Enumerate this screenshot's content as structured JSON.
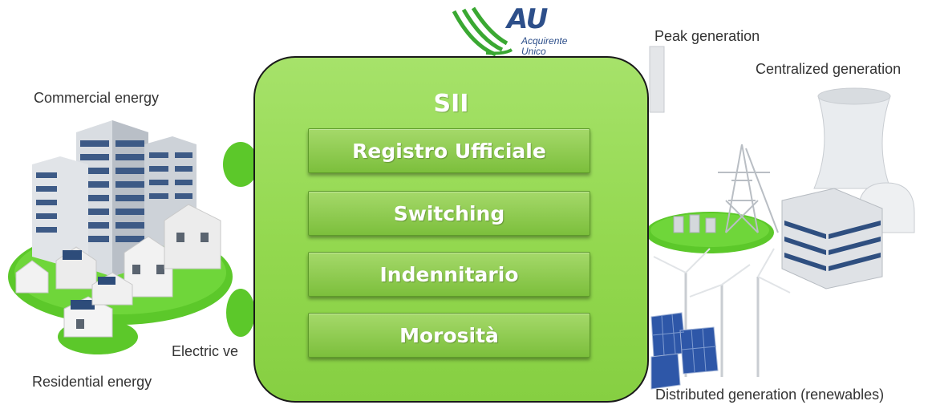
{
  "colors": {
    "sii_green": "#93d84f",
    "module_green": "#7cbf3c",
    "grass_green": "#5cc82a",
    "logo_blue": "#2d4f8a",
    "logo_green": "#3aa832"
  },
  "logo": {
    "letters": "AU",
    "line1": "Acquirente",
    "line2": "Unico"
  },
  "sii": {
    "title": "SII",
    "modules": [
      "Registro Ufficiale",
      "Switching",
      "Indennitario",
      "Morosità"
    ]
  },
  "left_labels": {
    "commercial": "Commercial energy",
    "electric": "Electric ve",
    "residential": "Residential energy"
  },
  "right_labels": {
    "peak": "Peak generation",
    "centralized": "Centralized generation",
    "distributed": "Distributed generation (renewables)"
  }
}
